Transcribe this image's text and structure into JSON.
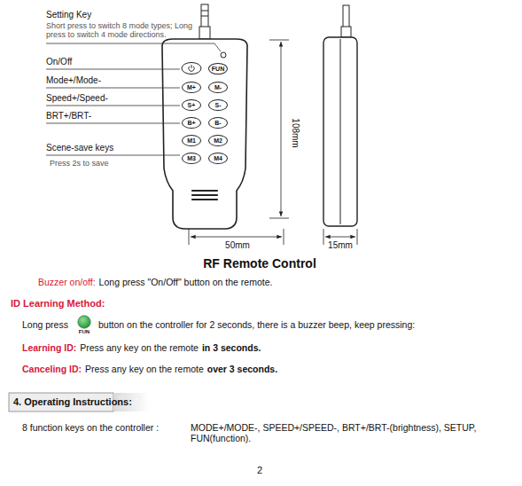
{
  "diagram": {
    "caption": "RF Remote Control",
    "nodes": [
      {
        "text": [
          "FUN"
        ]
      },
      {
        "text": [
          "M+"
        ]
      },
      {
        "text": [
          "M-"
        ]
      },
      {
        "text": [
          "S+"
        ]
      },
      {
        "text": [
          "S-"
        ]
      },
      {
        "text": [
          "B+"
        ]
      },
      {
        "text": [
          "B-"
        ]
      },
      {
        "text": [
          "M1"
        ]
      },
      {
        "text": [
          "M2"
        ]
      },
      {
        "text": [
          "M3"
        ]
      },
      {
        "text": [
          "M4"
        ]
      }
    ],
    "labels": [
      "Setting Key",
      "Short press to switch 8 mode types; Long press to switch 4 mode directions.",
      "On/Off",
      "Mode+/Mode-",
      "Speed+/Speed-",
      "BRT+/BRT-",
      "Scene-save keys",
      "Press 2s to save",
      "108mm",
      "50mm",
      "15mm",
      "Buzzer on/off:",
      "Long press \"On/Off\" button on the remote.",
      "ID Learning Method:",
      "Long press",
      "FUN",
      "button on the controller for 2 seconds, there is a buzzer beep, keep pressing:",
      "Learning ID:",
      "Press any key on the remote",
      "in 3 seconds.",
      "Canceling ID:",
      "Press any key on the remote",
      "over 3 seconds.",
      "4. Operating Instructions:",
      "8 function keys on the controller :",
      "MODE+/MODE-, SPEED+/SPEED-, BRT+/BRT-(brightness), SETUP, FUN(function).",
      "2"
    ]
  }
}
